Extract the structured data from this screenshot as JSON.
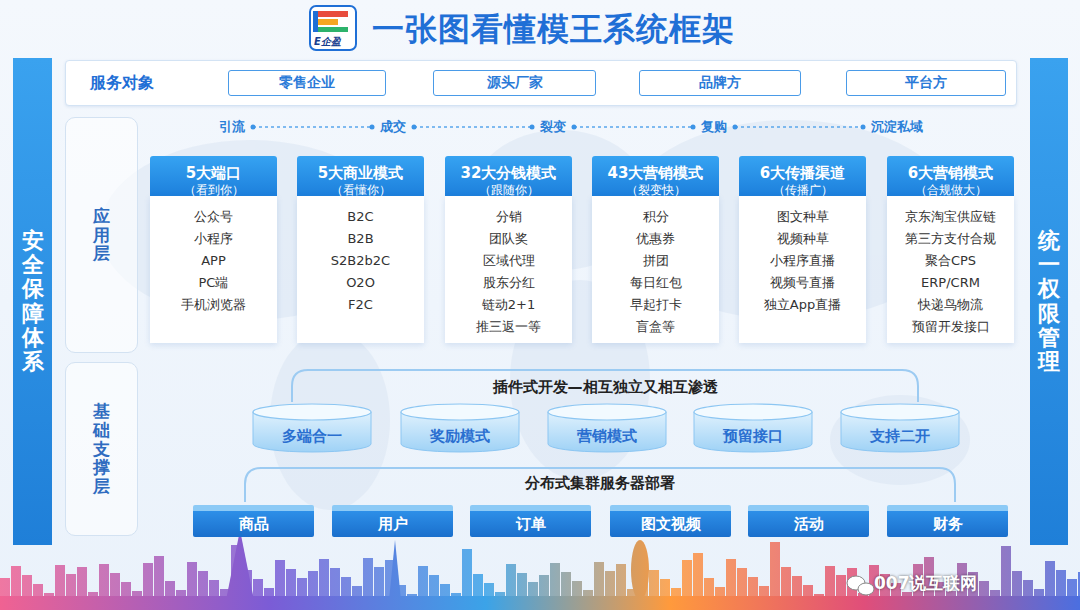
{
  "diagram": {
    "title": "一张图看懂模王系统框架",
    "nodes": [
      {
        "text": [
          "安全保障体系"
        ]
      },
      {
        "text": [
          "统一权限管理"
        ]
      },
      {
        "text": [
          "服务对象"
        ]
      },
      {
        "text": [
          "零售企业"
        ],
        "in": 2
      },
      {
        "text": [
          "源头厂家"
        ],
        "in": 2
      },
      {
        "text": [
          "品牌方"
        ],
        "in": 2
      },
      {
        "text": [
          "平台方"
        ],
        "in": 2
      },
      {
        "text": [
          "应用层"
        ]
      },
      {
        "text": [
          "5大端口",
          "（看到你）"
        ]
      },
      {
        "text": [
          "公众号",
          "小程序",
          "APP",
          "PC端",
          "手机浏览器"
        ]
      },
      {
        "text": [
          "5大商业模式",
          "（看懂你）"
        ]
      },
      {
        "text": [
          "B2C",
          "B2B",
          "S2B2b2C",
          "O2O",
          "F2C"
        ]
      },
      {
        "text": [
          "32大分钱模式",
          "（跟随你）"
        ]
      },
      {
        "text": [
          "分销",
          "团队奖",
          "区域代理",
          "股东分红",
          "链动2+1",
          "推三返一等"
        ]
      },
      {
        "text": [
          "43大营销模式",
          "（裂变快）"
        ]
      },
      {
        "text": [
          "积分",
          "优惠券",
          "拼团",
          "每日红包",
          "早起打卡",
          "盲盒等"
        ]
      },
      {
        "text": [
          "6大传播渠道",
          "（传播广）"
        ]
      },
      {
        "text": [
          "图文种草",
          "视频种草",
          "小程序直播",
          "视频号直播",
          "独立App直播"
        ]
      },
      {
        "text": [
          "6大营销模式",
          "（合规做大）"
        ]
      },
      {
        "text": [
          "京东淘宝供应链",
          "第三方支付合规",
          "聚合CPS",
          "ERP/CRM",
          "快递鸟物流",
          "预留开发接口"
        ]
      },
      {
        "text": [
          "基础支撑层"
        ]
      },
      {
        "text": [
          "插件式开发—相互独立又相互渗透"
        ]
      },
      {
        "text": [
          "多端合一"
        ],
        "in": 21
      },
      {
        "text": [
          "奖励模式"
        ],
        "in": 21
      },
      {
        "text": [
          "营销模式"
        ],
        "in": 21
      },
      {
        "text": [
          "预留接口"
        ],
        "in": 21
      },
      {
        "text": [
          "支持二开"
        ],
        "in": 21
      },
      {
        "text": [
          "分布式集群服务器部署"
        ]
      },
      {
        "text": [
          "商品"
        ],
        "in": 27
      },
      {
        "text": [
          "用户"
        ],
        "in": 27
      },
      {
        "text": [
          "订单"
        ],
        "in": 27
      },
      {
        "text": [
          "图文视频"
        ],
        "in": 27
      },
      {
        "text": [
          "活动"
        ],
        "in": 27
      },
      {
        "text": [
          "财务"
        ],
        "in": 27
      }
    ],
    "labels": [
      "E企盈",
      "引流",
      "成交",
      "裂变",
      "复购",
      "沉淀私域",
      "007说互联网"
    ]
  }
}
